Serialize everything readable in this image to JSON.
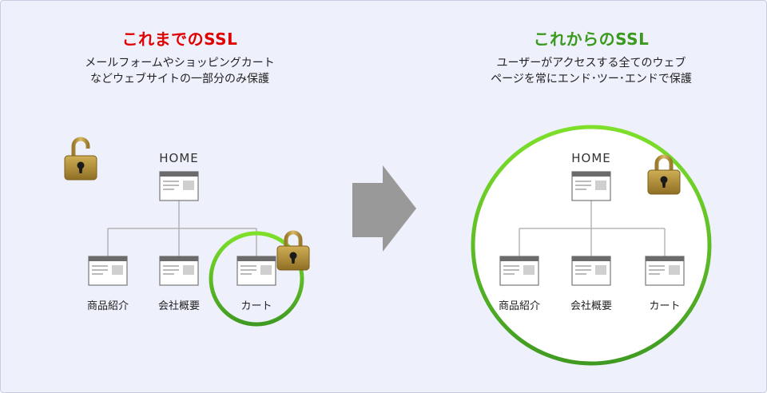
{
  "left": {
    "title": "これまでのSSL",
    "title_color": "#e00000",
    "desc_line1": "メールフォームやショッピングカート",
    "desc_line2": "などウェブサイトの一部分のみ保護",
    "home": "HOME",
    "nodes": [
      "商品紹介",
      "会社概要",
      "カート"
    ]
  },
  "right": {
    "title": "これからのSSL",
    "title_color": "#3a9a1e",
    "desc_line1": "ユーザーがアクセスする全てのウェブ",
    "desc_line2": "ページを常にエンド･ツー･エンドで保護",
    "home": "HOME",
    "nodes": [
      "商品紹介",
      "会社概要",
      "カート"
    ]
  },
  "colors": {
    "background": "#eef0fb",
    "arrow": "#999999",
    "ring_green": "#55c21f",
    "lock_gold": "#b8963a"
  },
  "icons": [
    "unlocked-padlock-icon",
    "padlock-icon",
    "arrow-right-icon",
    "webpage-icon"
  ]
}
